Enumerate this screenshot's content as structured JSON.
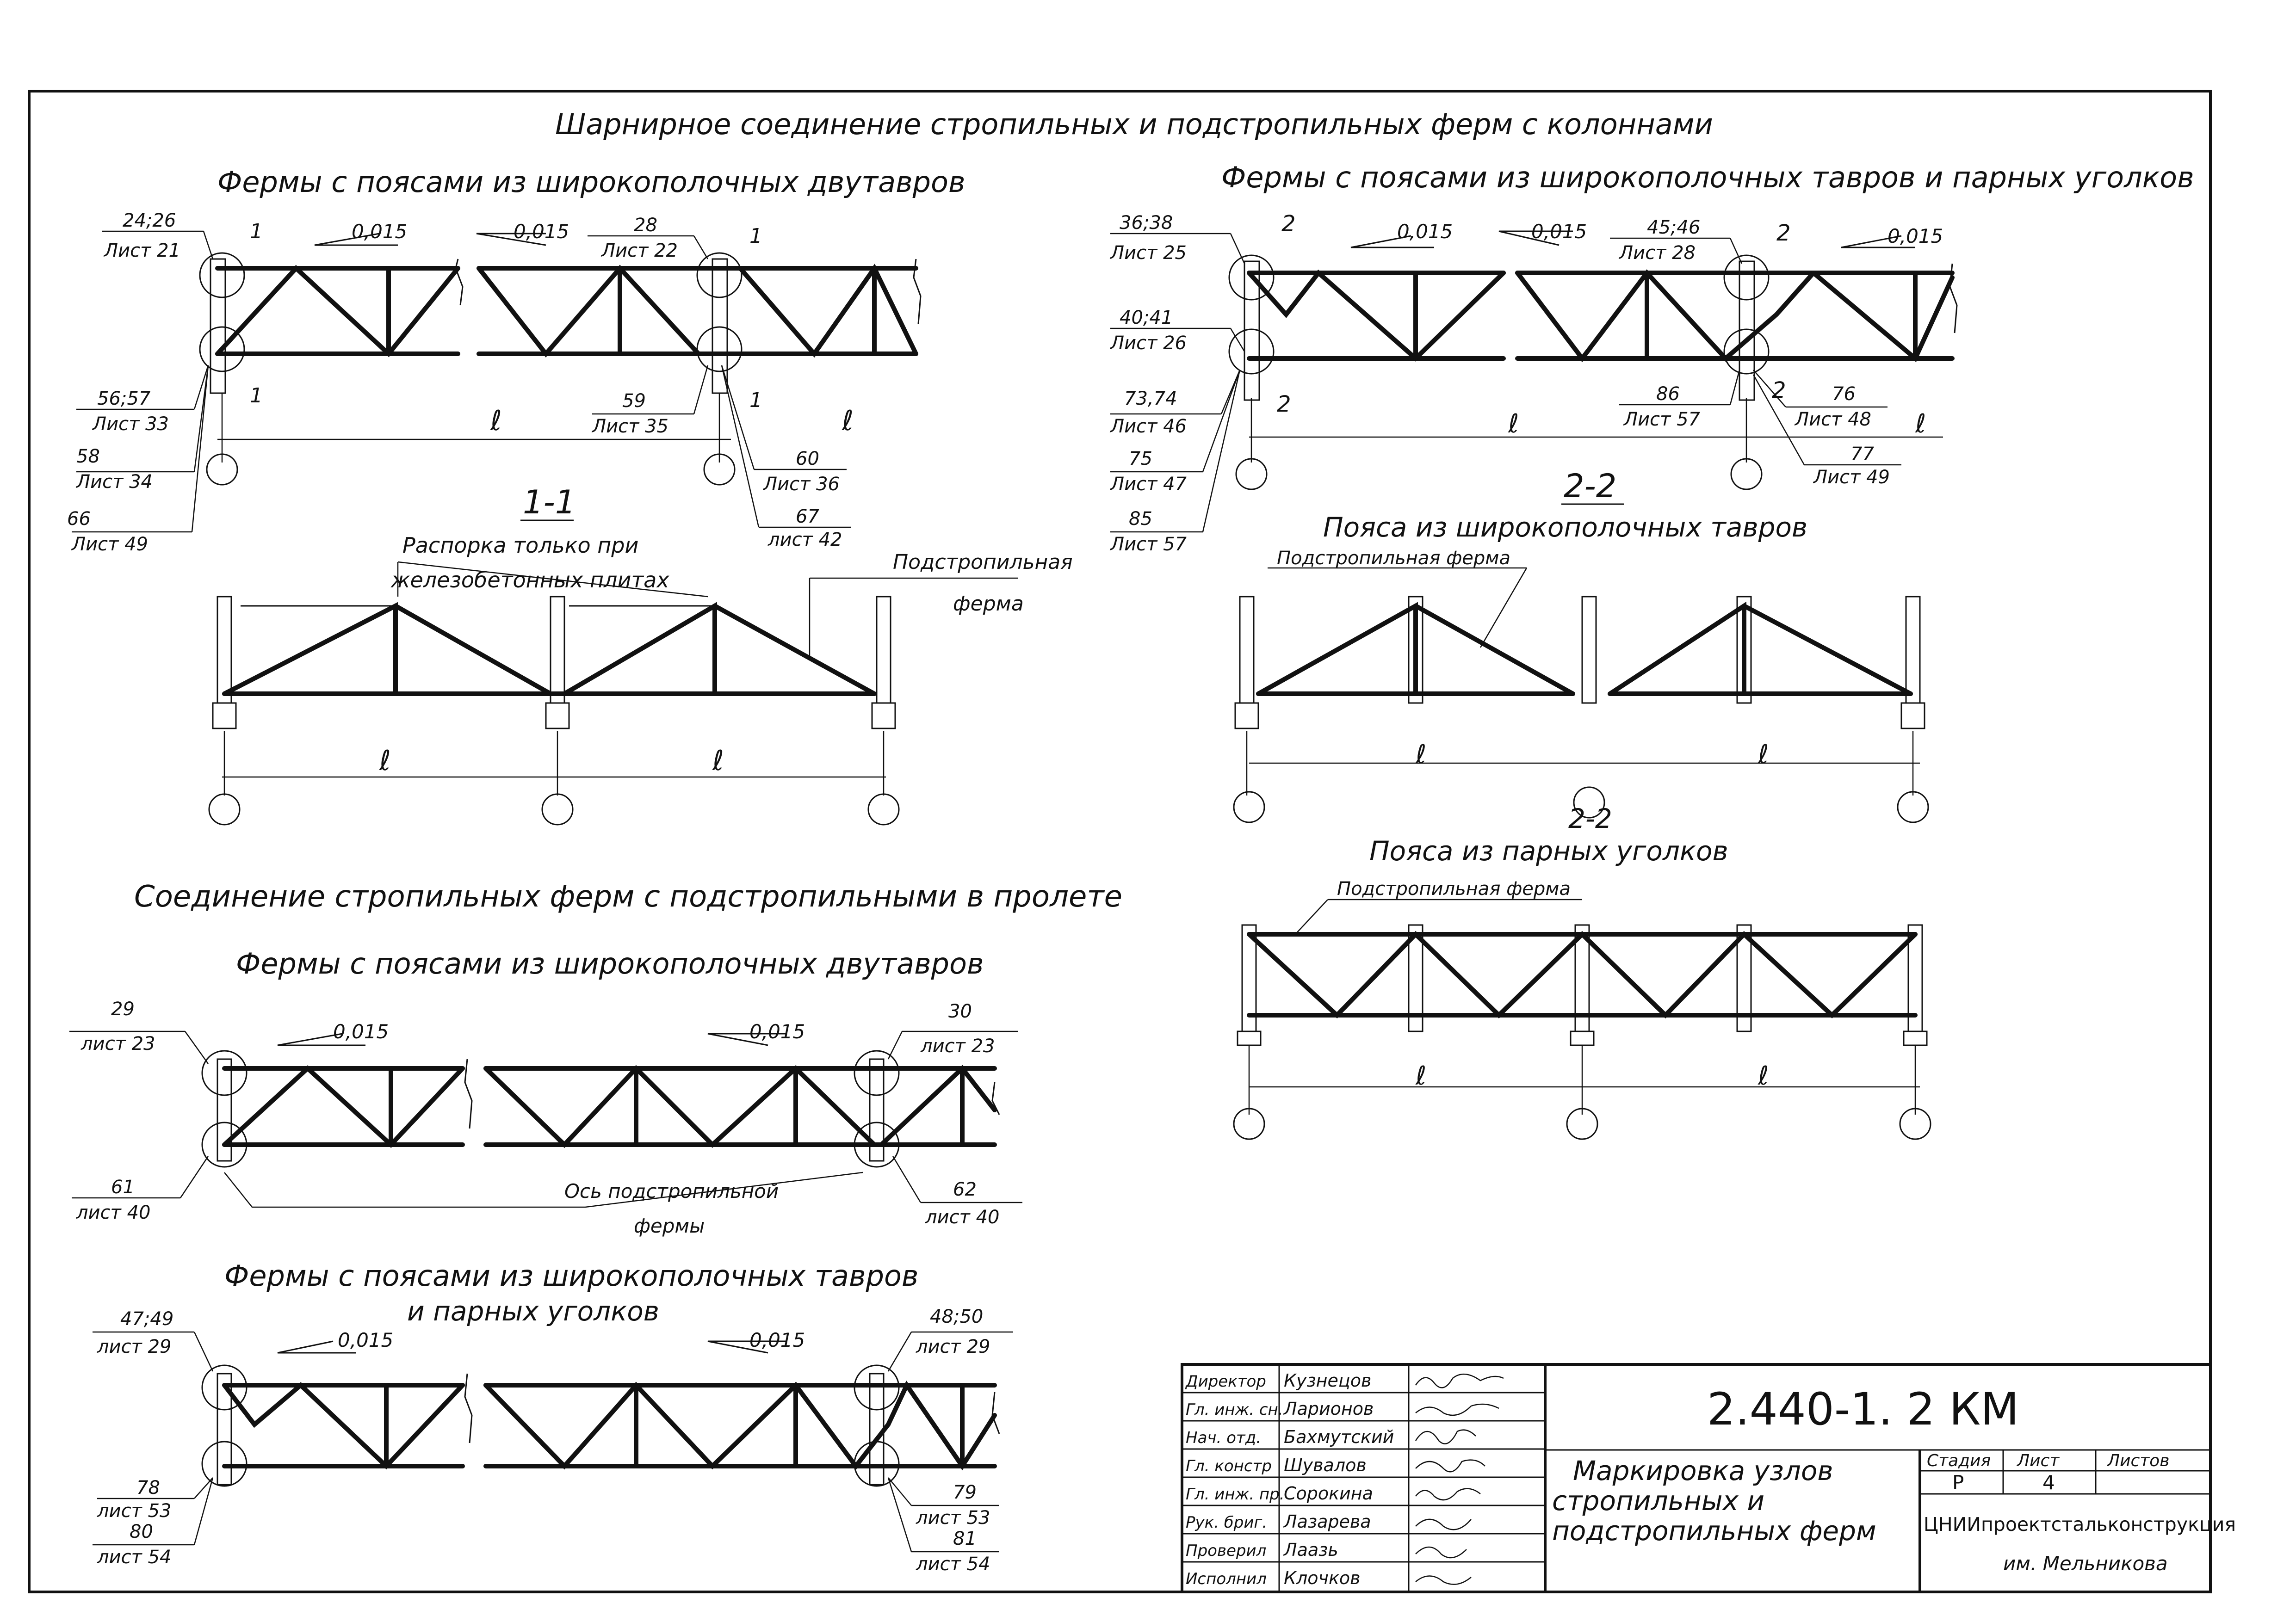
{
  "title": "Шарнирное   соединение  стропильных и подстропильных  ферм с колоннами",
  "sec_a": "Фермы с поясами из широкополочных  двутавров",
  "sec_b": "Фермы  с поясами из широкополочных  тавров  и парных  уголков",
  "sec_c": "Соединение   стропильных ферм  с подстропильными в пролете",
  "sec_c1": "Фермы  с поясами из широкополочных  двутавров",
  "sec_c2_l1": "Фермы  с поясами из широкополочных  тавров",
  "sec_c2_l2": "и парных  уголков",
  "cut_1_1": "1-1",
  "cut_2_2": "2-2",
  "cut_2_2b": "2-2",
  "sub_2_2": "Пояса из  широкополочных  тавров",
  "sub_2_2b": "Пояса из парных  уголков",
  "lbl_strut_1": "Распорка  только при",
  "lbl_strut_2": "железобетонных  плитах",
  "lbl_sub_truss_1": "Подстропильная",
  "lbl_sub_truss_2": "ферма",
  "lbl_sub_truss_b": "Подстропильная  ферма",
  "lbl_sub_truss_c": "Подстропильная  ферма",
  "axis_sub_1": "Ось  подстропильной",
  "axis_sub_2": "фермы",
  "span": "ℓ",
  "slope": "0,015",
  "n1": "1",
  "n2": "2",
  "tags_a": [
    {
      "num": "24;26",
      "sheet": "Лист 21"
    },
    {
      "num": "28",
      "sheet": "Лист 22"
    },
    {
      "num": "56;57",
      "sheet": "Лист 33"
    },
    {
      "num": "58",
      "sheet": "Лист 34"
    },
    {
      "num": "66",
      "sheet": "Лист 49"
    },
    {
      "num": "59",
      "sheet": "Лист 35"
    },
    {
      "num": "60",
      "sheet": "Лист 36"
    },
    {
      "num": "67",
      "sheet": "лист 42"
    }
  ],
  "tags_b": [
    {
      "num": "36;38",
      "sheet": "Лист 25"
    },
    {
      "num": "40;41",
      "sheet": "Лист 26"
    },
    {
      "num": "45;46",
      "sheet": "Лист 28"
    },
    {
      "num": "73,74",
      "sheet": "Лист 46"
    },
    {
      "num": "75",
      "sheet": "Лист 47"
    },
    {
      "num": "85",
      "sheet": "Лист 57"
    },
    {
      "num": "86",
      "sheet": "Лист 57"
    },
    {
      "num": "76",
      "sheet": "Лист 48"
    },
    {
      "num": "77",
      "sheet": "Лист 49"
    }
  ],
  "tags_c": [
    {
      "num": "29",
      "sheet": "лист 23"
    },
    {
      "num": "30",
      "sheet": "лист 23"
    },
    {
      "num": "61",
      "sheet": "лист 40"
    },
    {
      "num": "62",
      "sheet": "лист 40"
    }
  ],
  "tags_d": [
    {
      "num": "47;49",
      "sheet": "лист 29"
    },
    {
      "num": "48;50",
      "sheet": "лист 29"
    },
    {
      "num": "78",
      "sheet": "лист 53"
    },
    {
      "num": "80",
      "sheet": "лист 54"
    },
    {
      "num": "79",
      "sheet": "лист 53"
    },
    {
      "num": "81",
      "sheet": "лист 54"
    }
  ],
  "title_block": {
    "roles": [
      "Директор",
      "Гл. инж. сн.",
      "Нач. отд.",
      "Гл. констр",
      "Гл. инж. пр.",
      "Рук. бриг.",
      "Проверил",
      "Исполнил"
    ],
    "names": [
      "Кузнецов",
      "Ларионов",
      "Бахмутский",
      "Шувалов",
      "Сорокина",
      "Лазарева",
      "Лаазь",
      "Клочков"
    ],
    "code": "2.440-1. 2 КМ",
    "desc_1": "Маркировка  узлов",
    "desc_2": "стропильных  и",
    "desc_3": "подстропильных  ферм",
    "h_stage": "Стадия",
    "h_sheet": "Лист",
    "h_sheets": "Листов",
    "stage": "Р",
    "sheet_no": "4",
    "org_1": "ЦНИИпроектстальконструкция",
    "org_2": "им. Мельникова"
  }
}
